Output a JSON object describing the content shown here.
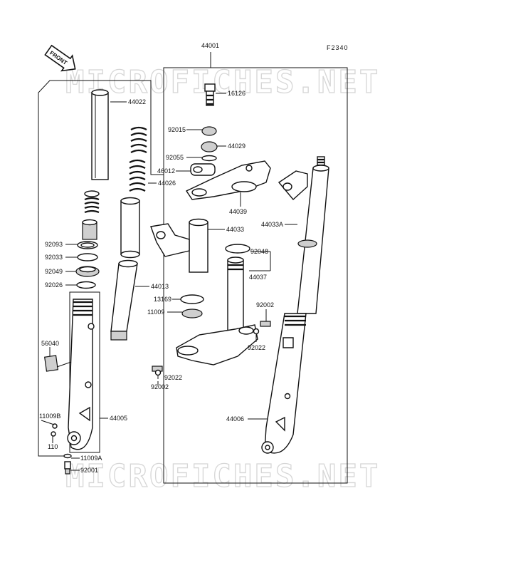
{
  "diagram_code": "F2340",
  "front_badge": "FRONT",
  "watermark": "MICROFICHES.NET",
  "assembly_number": "44001",
  "labels": {
    "l44022": "44022",
    "l16126": "16126",
    "l92015": "92015",
    "l44029": "44029",
    "l92055": "92055",
    "l46012": "46012",
    "l44026": "44026",
    "l44039": "44039",
    "l44033A": "44033A",
    "l44033": "44033",
    "l92093": "92093",
    "l92033": "92033",
    "l92048": "92048",
    "l92049": "92049",
    "l44037": "44037",
    "l92026": "92026",
    "l44013": "44013",
    "l13169": "13169",
    "l11009": "11009",
    "l92002a": "92002",
    "l92022a": "92022",
    "l56040": "56040",
    "l92022b": "92022",
    "l92002b": "92002",
    "l11009B": "11009B",
    "l44005": "44005",
    "l44006": "44006",
    "l110": "110",
    "l11009A": "11009A",
    "l92001": "92001"
  }
}
